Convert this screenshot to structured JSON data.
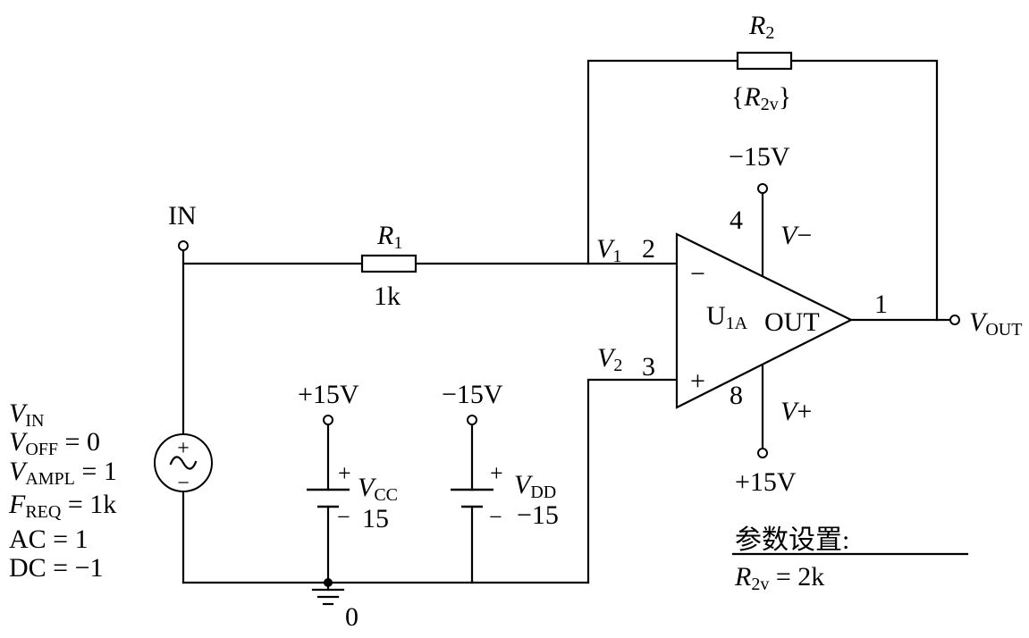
{
  "input": {
    "label": "IN"
  },
  "r1": {
    "symbol": "R",
    "sub": "1",
    "value": "1k"
  },
  "r2": {
    "symbol": "R",
    "sub": "2",
    "value_open": "{",
    "value_symbol": "R",
    "value_sub": "2v",
    "value_close": "}"
  },
  "node_v1": {
    "symbol": "V",
    "sub": "1"
  },
  "node_v2": {
    "symbol": "V",
    "sub": "2"
  },
  "opamp": {
    "ref_symbol": "U",
    "ref_sub": "1A",
    "output_text": "OUT",
    "inverting_sign": "−",
    "noninverting_sign": "+",
    "pin_inverting": "2",
    "pin_noninverting": "3",
    "pin_output": "1",
    "pin_vneg": "4",
    "pin_vpos": "8",
    "vneg_symbol": "V",
    "vneg_sign": "−",
    "vpos_symbol": "V",
    "vpos_sign": "+",
    "vneg_supply": "−15V",
    "vpos_supply": "+15V"
  },
  "output": {
    "symbol": "V",
    "sub": "OUT"
  },
  "vcc": {
    "terminal": "+15V",
    "plus": "+",
    "minus": "−",
    "symbol": "V",
    "sub": "CC",
    "value": "15"
  },
  "vdd": {
    "terminal": "−15V",
    "plus": "+",
    "minus": "−",
    "symbol": "V",
    "sub": "DD",
    "value": "−15"
  },
  "source": {
    "plus": "+",
    "minus": "−",
    "name_symbol": "V",
    "name_sub": "IN",
    "offset_symbol": "V",
    "offset_sub": "OFF",
    "offset_rest": " = 0",
    "ampl_symbol": "V",
    "ampl_sub": "AMPL",
    "ampl_rest": " = 1",
    "freq_symbol": "F",
    "freq_sub": "REQ",
    "freq_rest": " = 1k",
    "ac": "AC = 1",
    "dc": "DC = −1"
  },
  "ground": {
    "label": "0"
  },
  "settings": {
    "title": "参数设置:",
    "symbol": "R",
    "sub": "2v",
    "rest": " = 2k"
  }
}
